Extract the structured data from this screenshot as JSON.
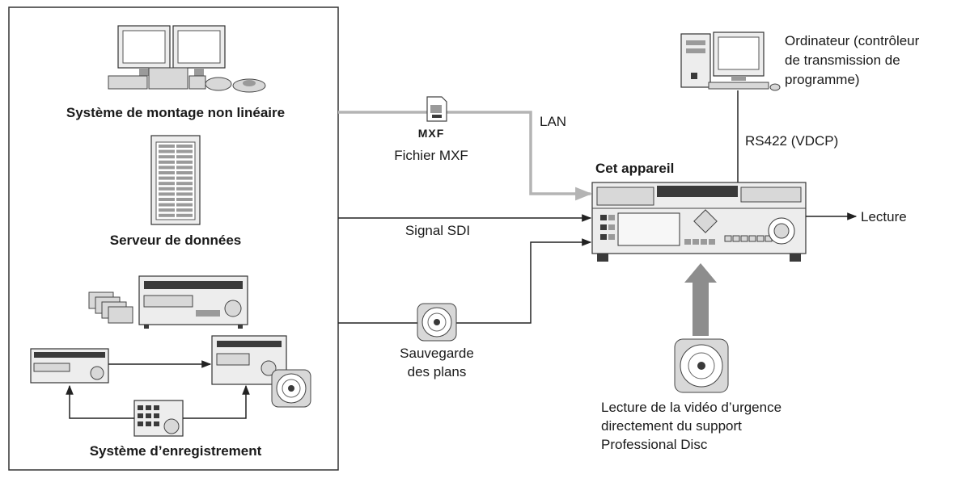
{
  "left_panel": {
    "nle_label": "Système de montage non linéaire",
    "server_label": "Serveur de données",
    "recording_label": "Système d’enregistrement"
  },
  "connections": {
    "lan_label": "LAN",
    "mxf_logo": "MXF",
    "mxf_file_label": "Fichier MXF",
    "sdi_label": "Signal SDI",
    "backup_label_line1": "Sauvegarde",
    "backup_label_line2": "des plans",
    "rs422_label": "RS422 (VDCP)"
  },
  "computer": {
    "label_line1": "Ordinateur (contrôleur",
    "label_line2": "de transmission de",
    "label_line3": "programme)"
  },
  "this_unit": {
    "label": "Cet appareil"
  },
  "output": {
    "label": "Lecture"
  },
  "emergency_disc": {
    "label_line1": "Lecture de la vidéo d’urgence",
    "label_line2": "directement du support",
    "label_line3": "Professional Disc"
  }
}
